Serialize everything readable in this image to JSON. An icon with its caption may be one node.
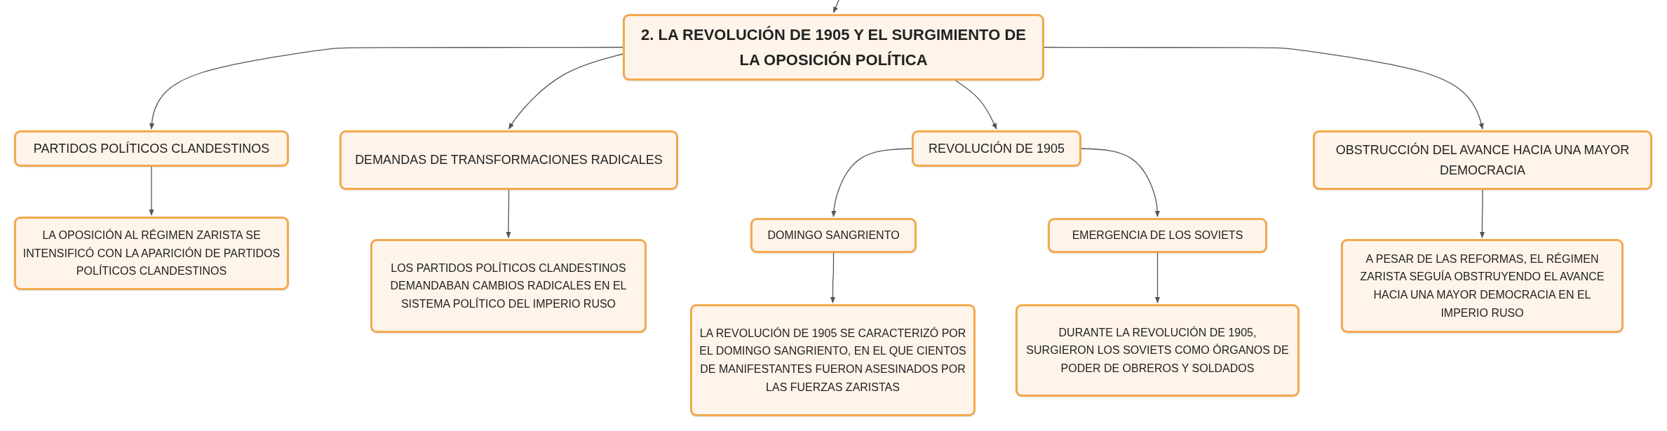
{
  "diagram": {
    "nodes": [
      {
        "text": [
          "2. LA REVOLUCIÓN DE 1905 Y EL SURGIMIENTO DE LA OPOSICIÓN POLÍTICA"
        ]
      },
      {
        "text": [
          "PARTIDOS POLÍTICOS CLANDESTINOS"
        ]
      },
      {
        "text": [
          "DEMANDAS DE TRANSFORMACIONES RADICALES"
        ]
      },
      {
        "text": [
          "REVOLUCIÓN DE 1905"
        ]
      },
      {
        "text": [
          "OBSTRUCCIÓN DEL AVANCE HACIA UNA MAYOR DEMOCRACIA"
        ]
      },
      {
        "text": [
          "LA OPOSICIÓN AL RÉGIMEN ZARISTA SE INTENSIFICÓ CON LA APARICIÓN DE PARTIDOS POLÍTICOS CLANDESTINOS"
        ]
      },
      {
        "text": [
          "LOS PARTIDOS POLÍTICOS CLANDESTINOS DEMANDABAN CAMBIOS RADICALES EN EL SISTEMA POLÍTICO DEL IMPERIO RUSO"
        ]
      },
      {
        "text": [
          "DOMINGO SANGRIENTO"
        ]
      },
      {
        "text": [
          "EMERGENCIA DE LOS SOVIETS"
        ]
      },
      {
        "text": [
          "LA REVOLUCIÓN DE 1905 SE CARACTERIZÓ POR EL DOMINGO SANGRIENTO, EN EL QUE CIENTOS DE MANIFESTANTES FUERON ASESINADOS POR LAS FUERZAS ZARISTAS"
        ]
      },
      {
        "text": [
          "DURANTE LA REVOLUCIÓN DE 1905, SURGIERON LOS SOVIETS COMO ÓRGANOS DE PODER DE OBREROS Y SOLDADOS"
        ]
      },
      {
        "text": [
          "A PESAR DE LAS REFORMAS, EL RÉGIMEN ZARISTA SEGUÍA OBSTRUYENDO EL AVANCE HACIA UNA MAYOR DEMOCRACIA EN EL IMPERIO RUSO"
        ]
      }
    ],
    "edges": [
      {
        "from": null,
        "to": 0,
        "arrow": "to"
      },
      {
        "from": 0,
        "to": 1,
        "arrow": "to"
      },
      {
        "from": 0,
        "to": 2,
        "arrow": "to"
      },
      {
        "from": 0,
        "to": 3,
        "arrow": "to"
      },
      {
        "from": 0,
        "to": 4,
        "arrow": "to"
      },
      {
        "from": 1,
        "to": 5,
        "arrow": "to"
      },
      {
        "from": 2,
        "to": 6,
        "arrow": "to"
      },
      {
        "from": 3,
        "to": 7,
        "arrow": "to"
      },
      {
        "from": 3,
        "to": 8,
        "arrow": "to"
      },
      {
        "from": 4,
        "to": 11,
        "arrow": "to"
      },
      {
        "from": 7,
        "to": 9,
        "arrow": "to"
      },
      {
        "from": 8,
        "to": 10,
        "arrow": "to"
      }
    ]
  }
}
